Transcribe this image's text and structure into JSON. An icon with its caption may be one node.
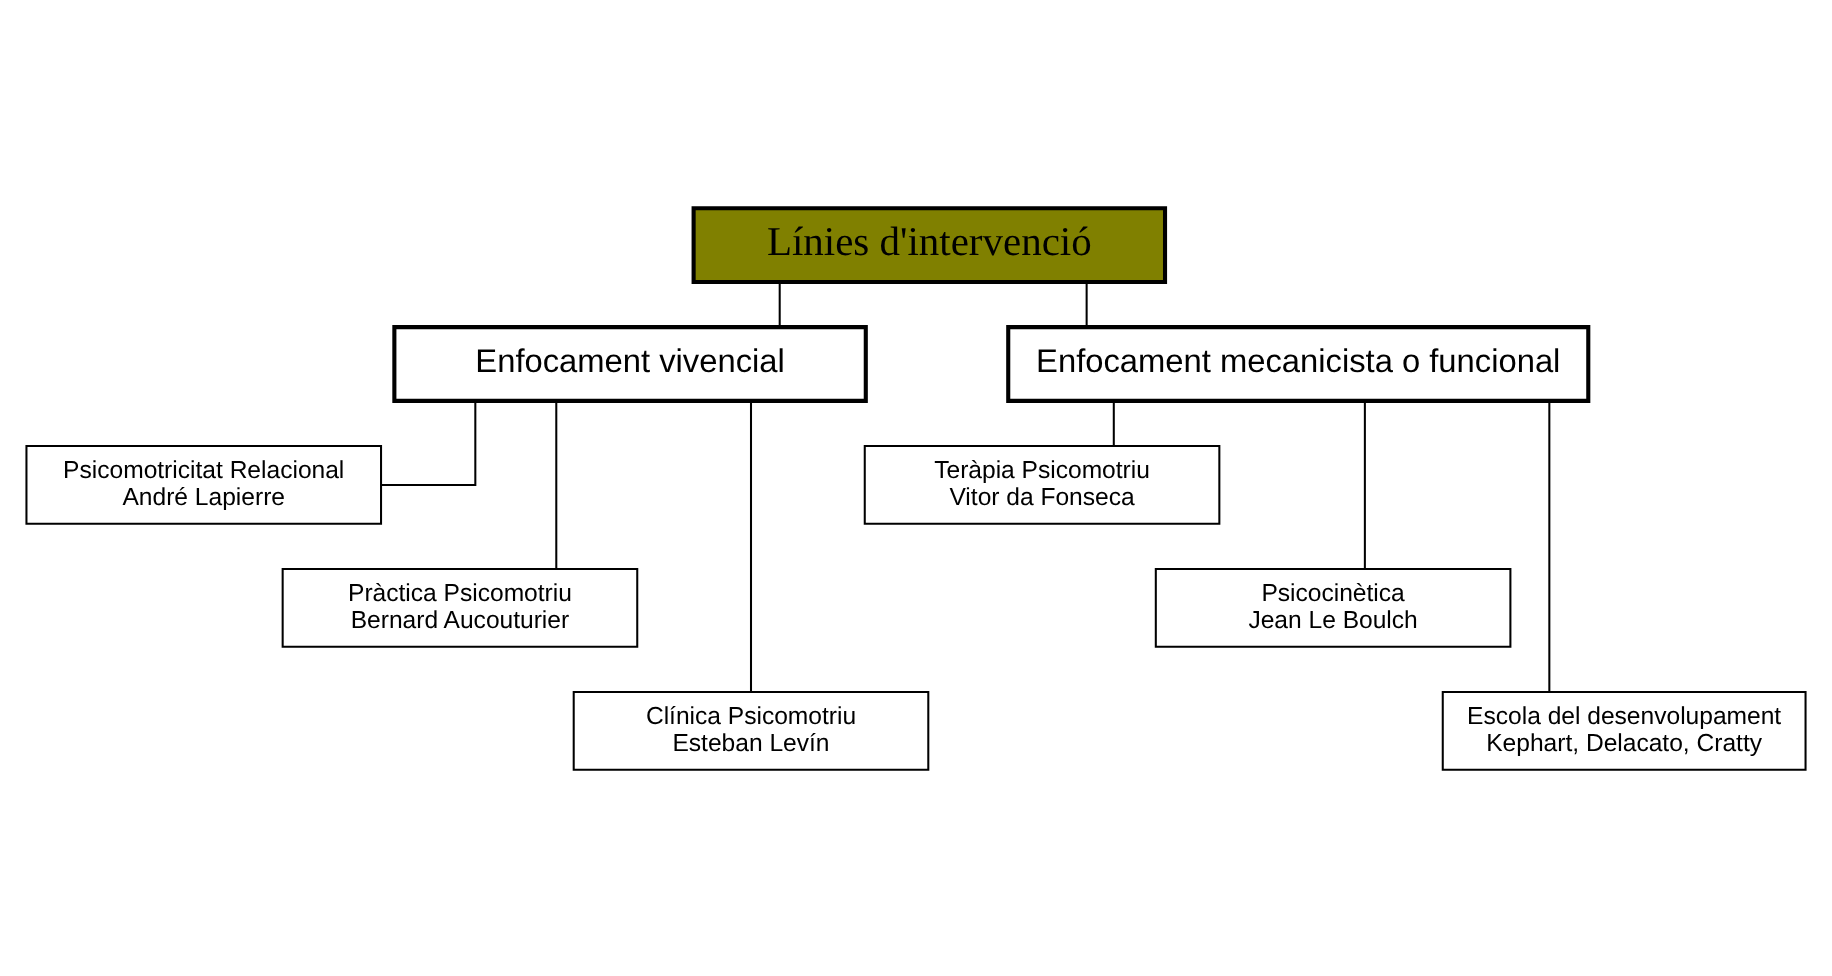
{
  "diagram": {
    "nodes": [
      {
        "text": [
          "Línies d'intervenció"
        ]
      },
      {
        "text": [
          "Enfocament vivencial"
        ]
      },
      {
        "text": [
          "Enfocament mecanicista o funcional"
        ]
      },
      {
        "text": [
          "Psicomotricitat Relacional",
          "André Lapierre"
        ]
      },
      {
        "text": [
          "Pràctica Psicomotriu",
          "Bernard Aucouturier"
        ]
      },
      {
        "text": [
          "Clínica Psicomotriu",
          "Esteban Levín"
        ]
      },
      {
        "text": [
          "Teràpia Psicomotriu",
          "Vitor da Fonseca"
        ]
      },
      {
        "text": [
          "Psicocinètica",
          "Jean Le Boulch"
        ]
      },
      {
        "text": [
          "Escola del desenvolupament",
          "Kephart, Delacato, Cratty"
        ]
      }
    ],
    "edges": [
      {
        "from": 0,
        "to": 1,
        "arrow": "none"
      },
      {
        "from": 0,
        "to": 2,
        "arrow": "none"
      },
      {
        "from": 1,
        "to": 3,
        "arrow": "none"
      },
      {
        "from": 1,
        "to": 4,
        "arrow": "none"
      },
      {
        "from": 1,
        "to": 5,
        "arrow": "none"
      },
      {
        "from": 2,
        "to": 6,
        "arrow": "none"
      },
      {
        "from": 2,
        "to": 7,
        "arrow": "none"
      },
      {
        "from": 2,
        "to": 8,
        "arrow": "none"
      }
    ]
  }
}
